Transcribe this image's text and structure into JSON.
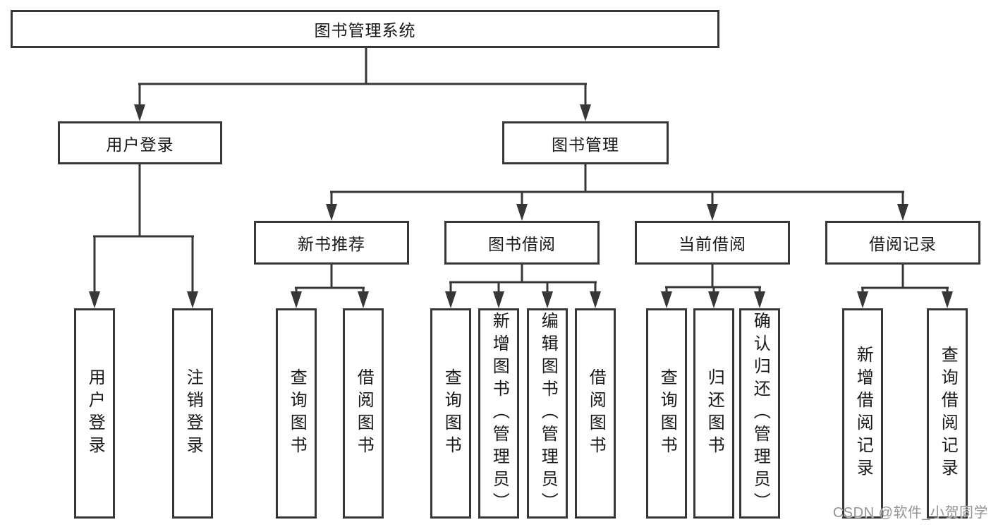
{
  "tree": {
    "label": "图书管理系统",
    "children": [
      {
        "label": "用户登录",
        "children": [
          {
            "label": "用户登录"
          },
          {
            "label": "注销登录"
          }
        ]
      },
      {
        "label": "图书管理",
        "children": [
          {
            "label": "新书推荐",
            "children": [
              {
                "label": "查询图书"
              },
              {
                "label": "借阅图书"
              }
            ]
          },
          {
            "label": "图书借阅",
            "children": [
              {
                "label": "查询图书"
              },
              {
                "label": "新增图书（管理员）"
              },
              {
                "label": "编辑图书（管理员）"
              },
              {
                "label": "借阅图书"
              }
            ]
          },
          {
            "label": "当前借阅",
            "children": [
              {
                "label": "查询图书"
              },
              {
                "label": "归还图书"
              },
              {
                "label": "确认归还（管理员）"
              }
            ]
          },
          {
            "label": "借阅记录",
            "children": [
              {
                "label": "新增借阅记录"
              },
              {
                "label": "查询借阅记录"
              }
            ]
          }
        ]
      }
    ]
  },
  "watermark": {
    "text": "CSDN @软件_小贺同学"
  },
  "colors": {
    "line": "#373737",
    "text": "#181818",
    "watermark": "#949494",
    "background": "#ffffff"
  }
}
